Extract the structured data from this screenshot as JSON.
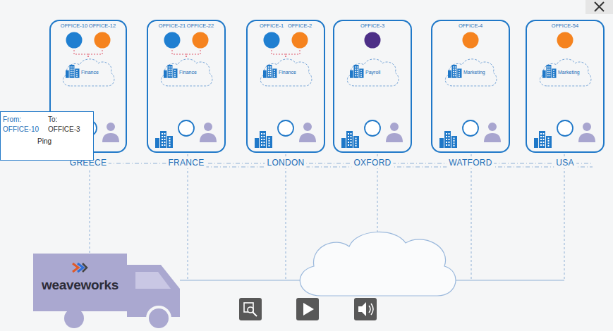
{
  "diagram": {
    "nodes": [
      {
        "text": [
          "GREECE"
        ]
      },
      {
        "text": [
          "OFFICE-10"
        ],
        "in": 0
      },
      {
        "text": [
          "OFFICE-12"
        ],
        "in": 0
      },
      {
        "text": [
          "Finance"
        ],
        "in": 0
      },
      {
        "text": [
          "FRANCE"
        ]
      },
      {
        "text": [
          "OFFICE-21"
        ],
        "in": 4
      },
      {
        "text": [
          "OFFICE-22"
        ],
        "in": 4
      },
      {
        "text": [
          "Finance"
        ],
        "in": 4
      },
      {
        "text": [
          "LONDON"
        ]
      },
      {
        "text": [
          "OFFICE-1"
        ],
        "in": 8
      },
      {
        "text": [
          "OFFICE-2"
        ],
        "in": 8
      },
      {
        "text": [
          "Finance"
        ],
        "in": 8
      },
      {
        "text": [
          "OXFORD"
        ]
      },
      {
        "text": [
          "OFFICE-3"
        ],
        "in": 12
      },
      {
        "text": [
          "Payroll"
        ],
        "in": 12
      },
      {
        "text": [
          "WATFORD"
        ]
      },
      {
        "text": [
          "OFFICE-4"
        ],
        "in": 15
      },
      {
        "text": [
          "Marketing"
        ],
        "in": 15
      },
      {
        "text": [
          "USA"
        ]
      },
      {
        "text": [
          "OFFICE-54"
        ],
        "in": 18
      },
      {
        "text": [
          "Marketing"
        ],
        "in": 18
      },
      {
        "text": [
          "From:",
          "OFFICE-10",
          "To:",
          "OFFICE-3",
          "Ping"
        ]
      },
      {
        "text": [
          "weaveworks"
        ]
      }
    ],
    "edges": [
      {
        "from": 1,
        "to": 3,
        "arrow": "none"
      },
      {
        "from": 2,
        "to": 3,
        "arrow": "none"
      },
      {
        "from": 5,
        "to": 7,
        "arrow": "none"
      },
      {
        "from": 6,
        "to": 7,
        "arrow": "none"
      },
      {
        "from": 9,
        "to": 11,
        "arrow": "none"
      },
      {
        "from": 10,
        "to": 11,
        "arrow": "none"
      }
    ]
  }
}
